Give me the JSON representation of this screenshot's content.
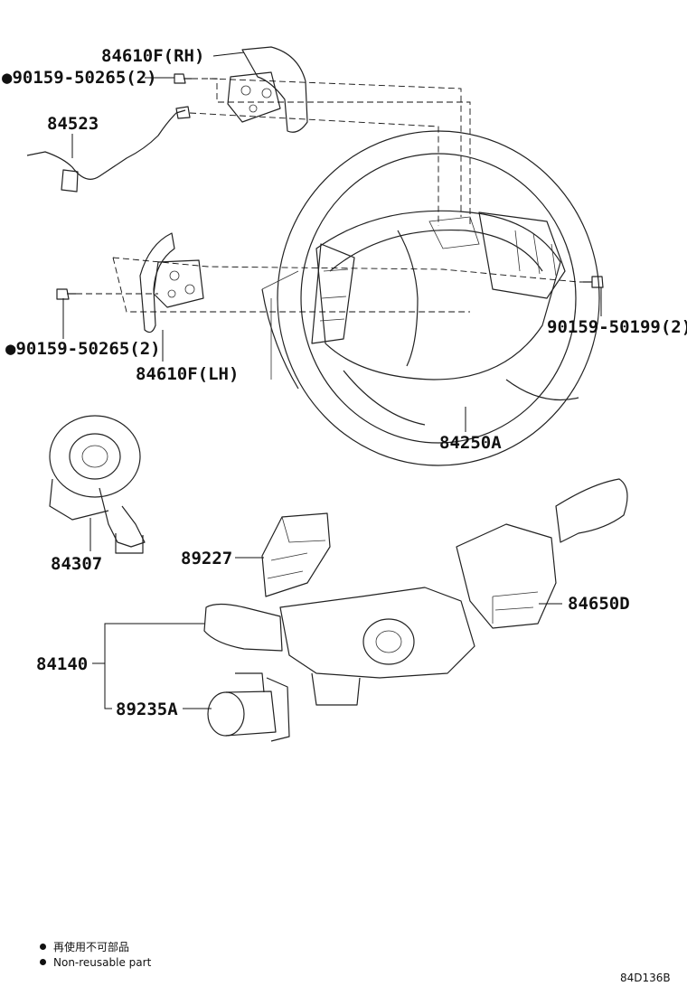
{
  "labels": {
    "paddle_rh": "84610F(RH)",
    "screw_top": "●90159-50265(2)",
    "harness": "84523",
    "paddle_lh": "84610F(LH)",
    "screw_left": "●90159-50265(2)",
    "screw_right": "90159-50199(2)",
    "wheel": "84250A",
    "spiral_cable": "84307",
    "sensor": "89227",
    "switch_assy": "84650D",
    "combo_switch": "84140",
    "sub_switch": "89235A"
  },
  "legend": {
    "line1": "再使用不可部品",
    "line2": "Non-reusable part"
  },
  "diagram_code": "84D136B"
}
